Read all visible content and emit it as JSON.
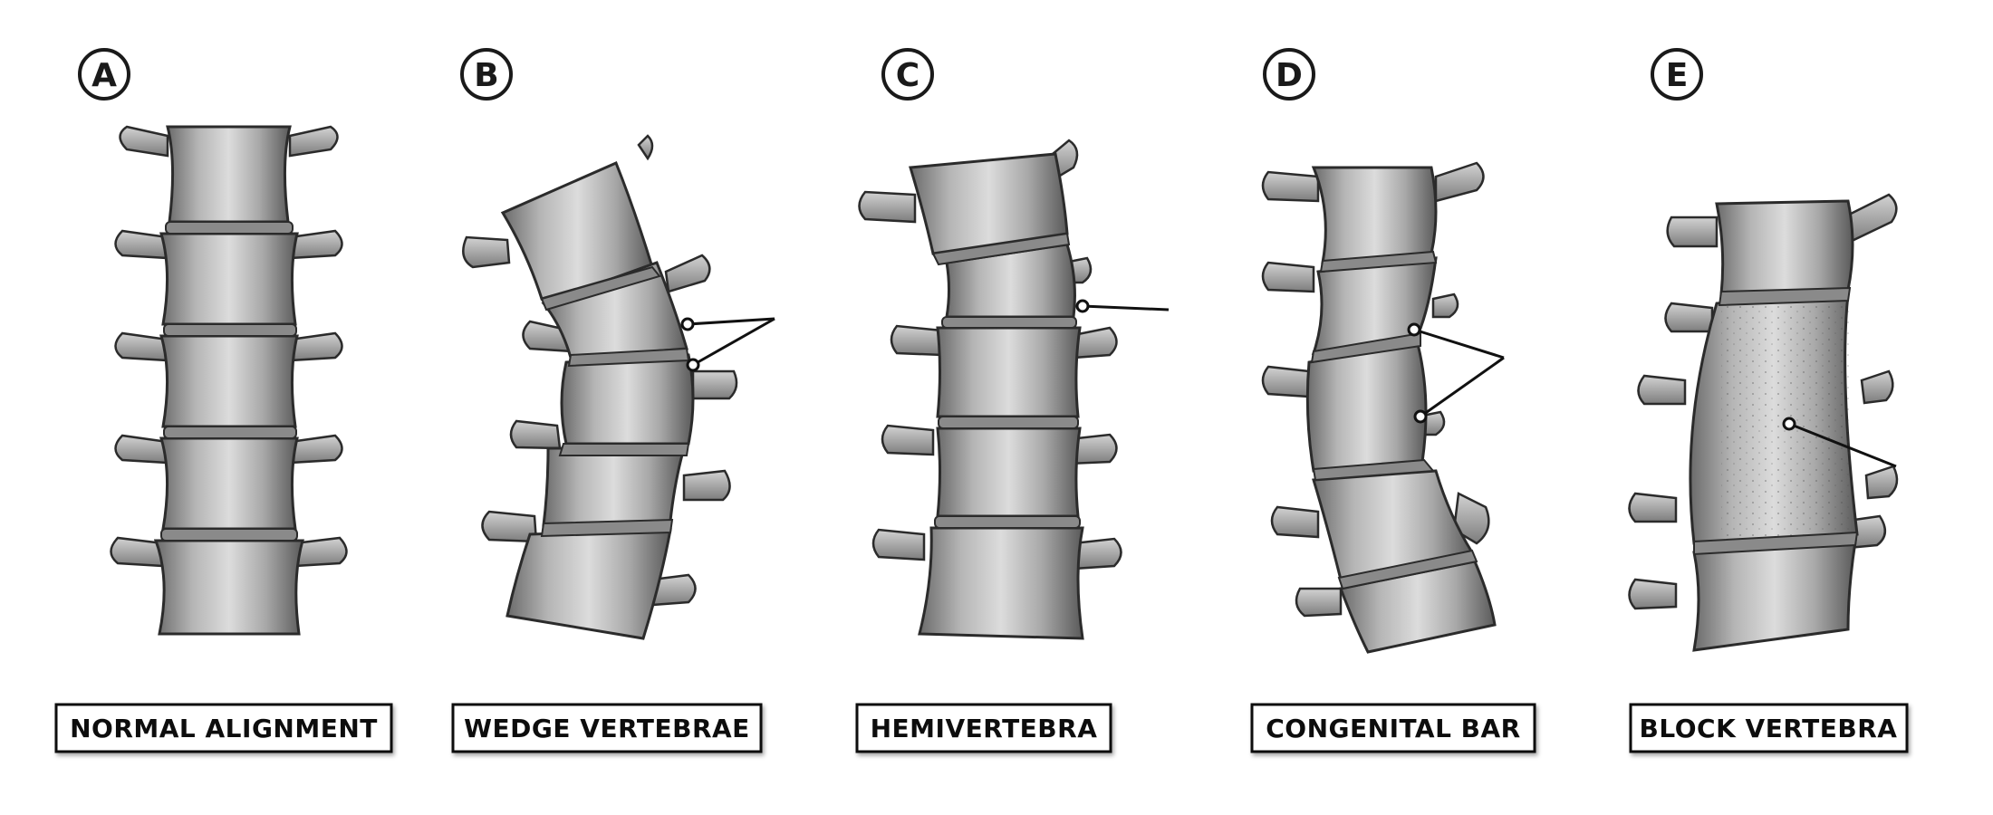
{
  "panels": [
    {
      "letter": "A",
      "caption": "NORMAL ALIGNMENT"
    },
    {
      "letter": "B",
      "caption": "WEDGE VERTEBRAE"
    },
    {
      "letter": "C",
      "caption": "HEMIVERTEBRA"
    },
    {
      "letter": "D",
      "caption": "CONGENITAL BAR"
    },
    {
      "letter": "E",
      "caption": "BLOCK VERTEBRA"
    }
  ],
  "colors": {
    "bone_light": "#d6d6d6",
    "bone_mid": "#a9a9a9",
    "bone_dark": "#5e5e5e",
    "outline": "#2b2b2b",
    "disc": "#7a7a7a",
    "caption_border": "#111111"
  }
}
